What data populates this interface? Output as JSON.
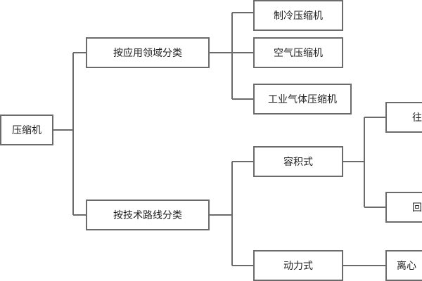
{
  "diagram": {
    "root": "压缩机",
    "branch_application": "按应用领域分类",
    "branch_technology": "按技术路线分类",
    "refrigeration": "制冷压缩机",
    "air": "空气压缩机",
    "industrial_gas": "工业气体压缩机",
    "positive_displacement": "容积式",
    "dynamic": "动力式",
    "reciprocating_partial": "往",
    "rotary_partial": "回",
    "centrifugal_partial": "离心"
  },
  "colors": {
    "line": "#6b6b6b",
    "box_border": "#6b6b6b",
    "text": "#222222"
  }
}
